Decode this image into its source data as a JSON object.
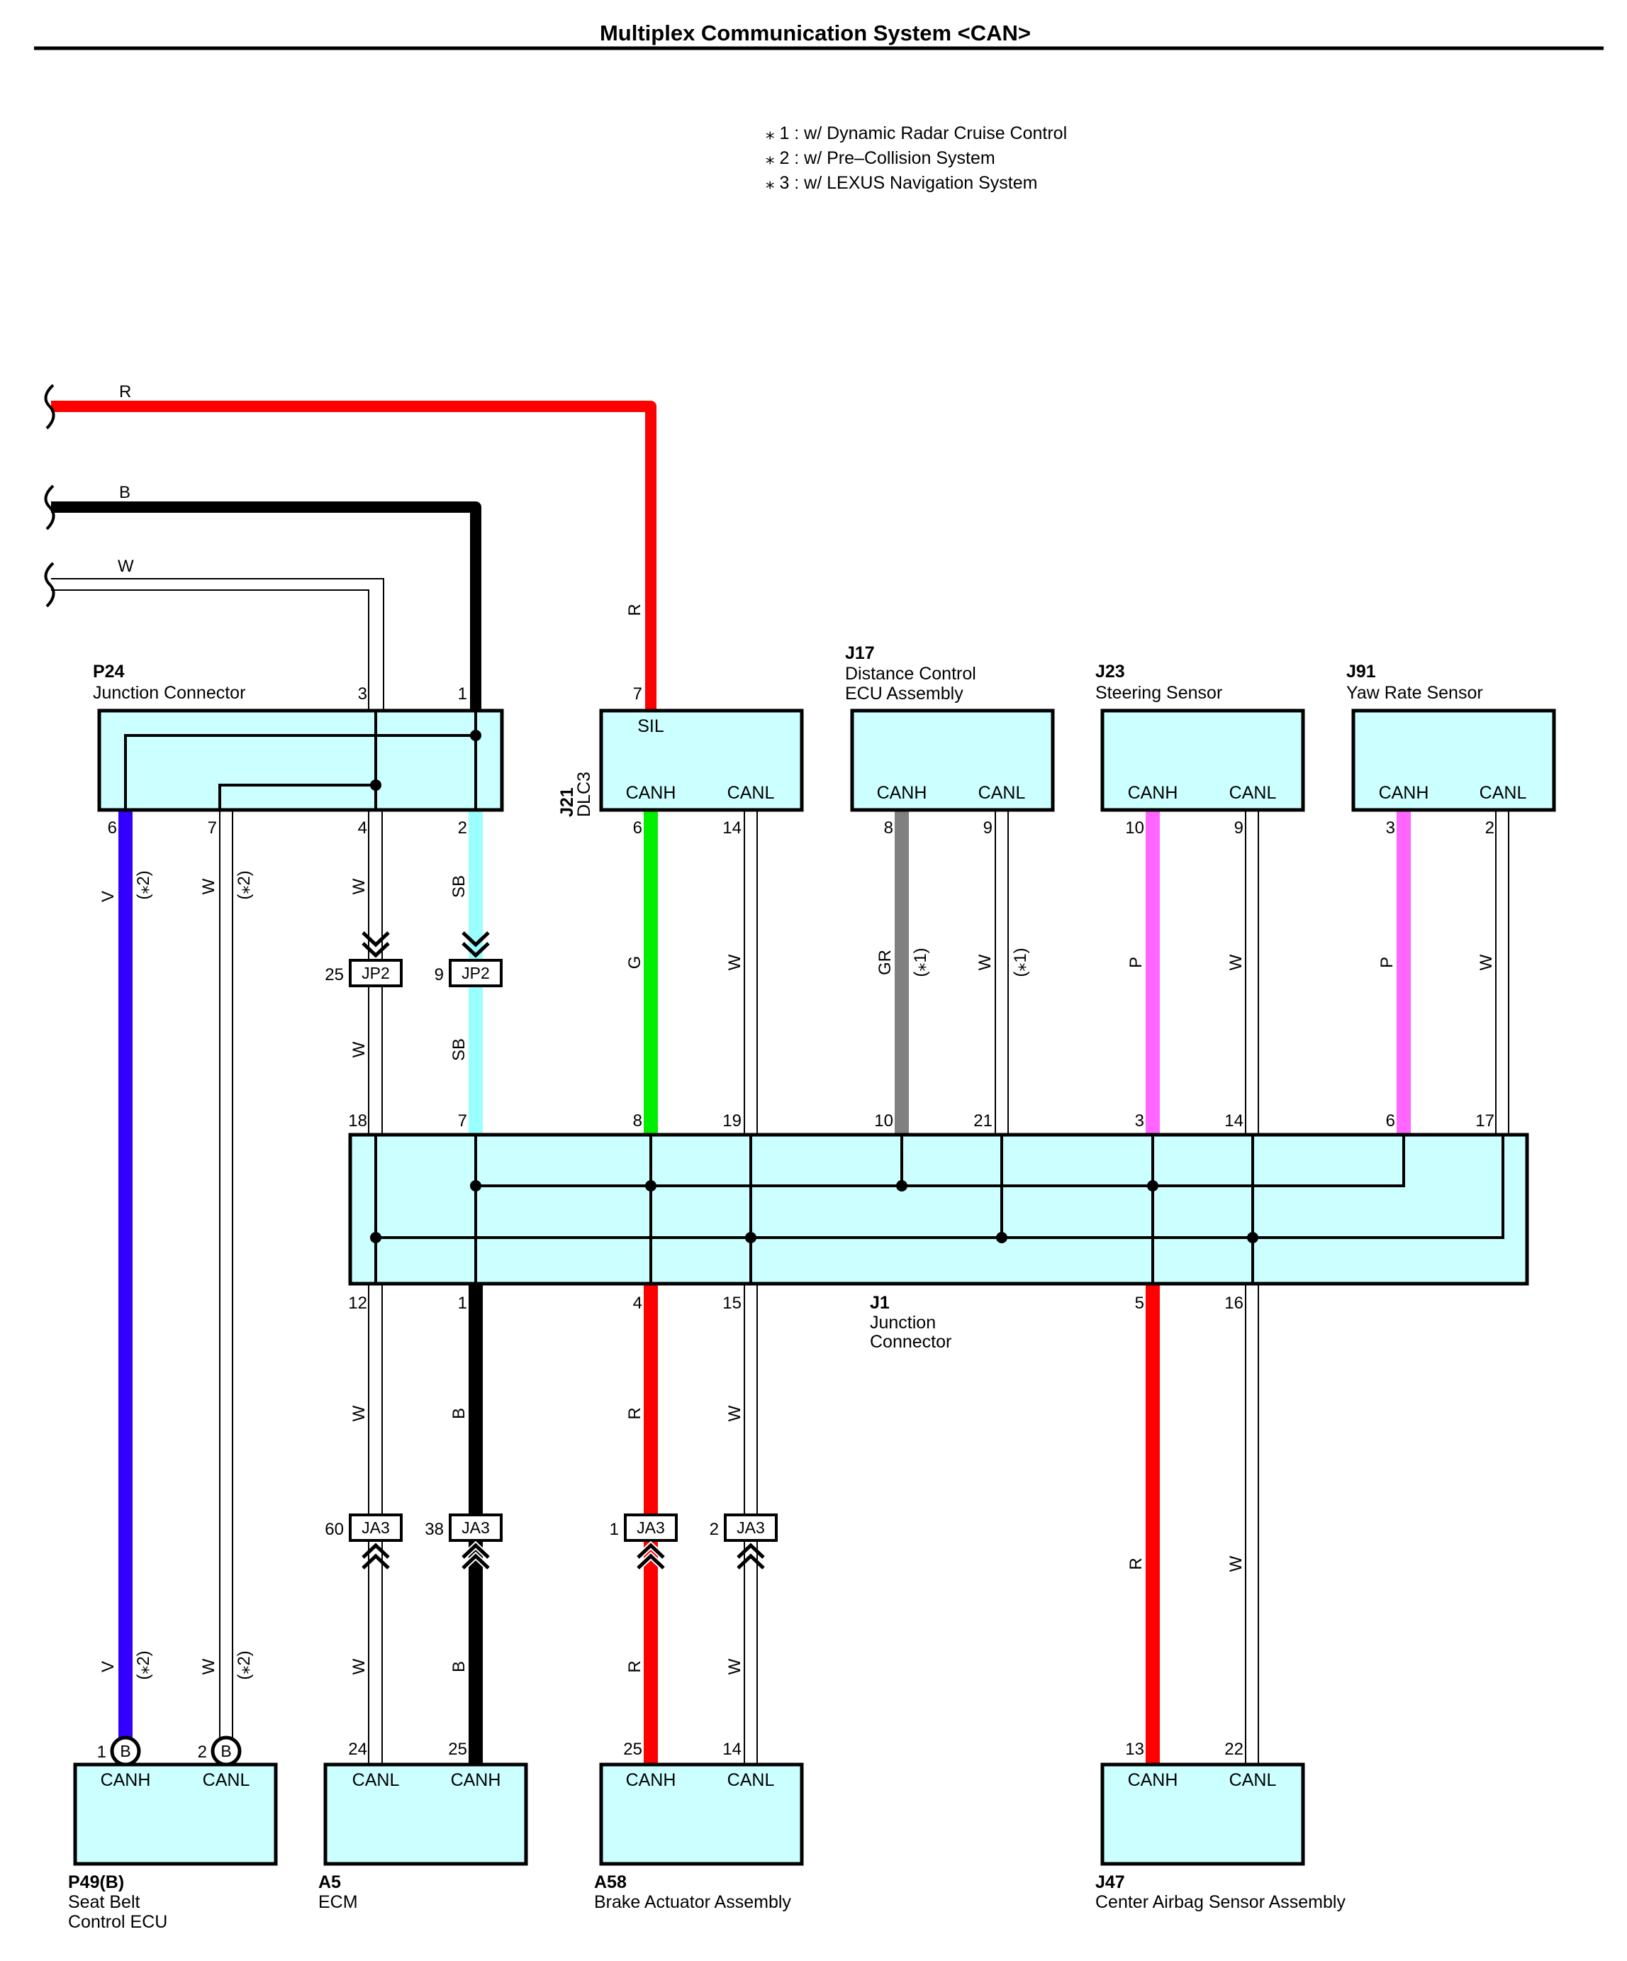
{
  "title": "Multiplex Communication System <CAN>",
  "notes": [
    "⁎ 1 : w/ Dynamic Radar Cruise Control",
    "⁎ 2 : w/ Pre–Collision System",
    "⁎ 3 : w/ LEXUS Navigation System"
  ],
  "wire_colors": {
    "R": "#ff0000",
    "B": "#000000",
    "W": "#ffffff",
    "G": "#00ee00",
    "SB": "#99ffff",
    "V": "#3300ff",
    "GR": "#808080",
    "P": "#ff66ff"
  },
  "box_fill": "#ccffff",
  "incoming": [
    {
      "label": "R"
    },
    {
      "label": "B"
    },
    {
      "label": "W"
    }
  ],
  "components": {
    "p24": {
      "code": "P24",
      "name": "Junction Connector",
      "pins": [
        "3",
        "1",
        "6",
        "7",
        "4",
        "2"
      ]
    },
    "j21": {
      "code": "J21",
      "name": "DLC3",
      "signals": [
        "SIL",
        "CANH",
        "CANL"
      ],
      "pins": [
        "7",
        "6",
        "14"
      ]
    },
    "j17": {
      "code": "J17",
      "name1": "Distance Control",
      "name2": "ECU Assembly",
      "signals": [
        "CANH",
        "CANL"
      ],
      "pins": [
        "8",
        "9"
      ]
    },
    "j23": {
      "code": "J23",
      "name": "Steering Sensor",
      "signals": [
        "CANH",
        "CANL"
      ],
      "pins": [
        "10",
        "9"
      ]
    },
    "j91": {
      "code": "J91",
      "name": "Yaw Rate Sensor",
      "signals": [
        "CANH",
        "CANL"
      ],
      "pins": [
        "3",
        "2"
      ]
    },
    "j1": {
      "code": "J1",
      "name1": "Junction",
      "name2": "Connector",
      "top_pins": [
        "18",
        "7",
        "8",
        "19",
        "10",
        "21",
        "3",
        "14",
        "6",
        "17"
      ],
      "bottom_pins": [
        "12",
        "1",
        "4",
        "15",
        "5",
        "16"
      ]
    },
    "p49": {
      "code": "P49(B)",
      "name1": "Seat Belt",
      "name2": "Control ECU",
      "signals": [
        "CANH",
        "CANL"
      ],
      "pins": [
        "1",
        "2"
      ],
      "conn": "B"
    },
    "a5": {
      "code": "A5",
      "name": "ECM",
      "signals": [
        "CANL",
        "CANH"
      ],
      "pins": [
        "24",
        "25"
      ]
    },
    "a58": {
      "code": "A58",
      "name": "Brake Actuator Assembly",
      "signals": [
        "CANH",
        "CANL"
      ],
      "pins": [
        "25",
        "14"
      ]
    },
    "j47": {
      "code": "J47",
      "name": "Center Airbag Sensor Assembly",
      "signals": [
        "CANH",
        "CANL"
      ],
      "pins": [
        "13",
        "22"
      ]
    }
  },
  "connectors": {
    "jp2": {
      "label": "JP2",
      "pins": [
        "25",
        "9"
      ]
    },
    "ja3": {
      "label": "JA3",
      "pins": [
        "60",
        "38",
        "1",
        "2"
      ]
    }
  },
  "wire_labels": {
    "upper": [
      "V",
      "(⁎2)",
      "W",
      "(⁎2)",
      "W",
      "SB",
      "R",
      "G",
      "W",
      "GR",
      "(⁎1)",
      "W",
      "(⁎1)",
      "P",
      "W",
      "P",
      "W"
    ],
    "mid": [
      "W",
      "SB"
    ],
    "lower": [
      "W",
      "B",
      "R",
      "W",
      "R",
      "W"
    ],
    "bottom": [
      "V",
      "(⁎2)",
      "W",
      "(⁎2)",
      "W",
      "B",
      "R",
      "W"
    ]
  }
}
